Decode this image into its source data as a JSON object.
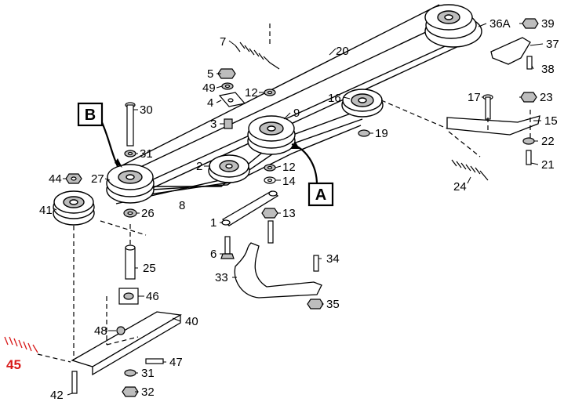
{
  "callouts": {
    "a": "A",
    "b": "B"
  },
  "labels": {
    "l1": "1",
    "l2": "2",
    "l3": "3",
    "l4": "4",
    "l5": "5",
    "l6": "6",
    "l7": "7",
    "l8": "8",
    "l9": "9",
    "l12a": "12",
    "l12b": "12",
    "l13": "13",
    "l14": "14",
    "l15": "15",
    "l16": "16",
    "l17": "17",
    "l19": "19",
    "l20": "20",
    "l21": "21",
    "l22": "22",
    "l23": "23",
    "l24": "24",
    "l25": "25",
    "l26": "26",
    "l27": "27",
    "l30": "30",
    "l31a": "31",
    "l31b": "31",
    "l32": "32",
    "l33": "33",
    "l34": "34",
    "l35": "35",
    "l36a": "36A",
    "l37": "37",
    "l38": "38",
    "l39": "39",
    "l40": "40",
    "l41": "41",
    "l42": "42",
    "l44": "44",
    "l45": "45",
    "l46": "46",
    "l47": "47",
    "l48": "48",
    "l49": "49"
  },
  "colors": {
    "highlight": "#d81818",
    "line": "#000000",
    "shade": "#bdbdbd"
  }
}
